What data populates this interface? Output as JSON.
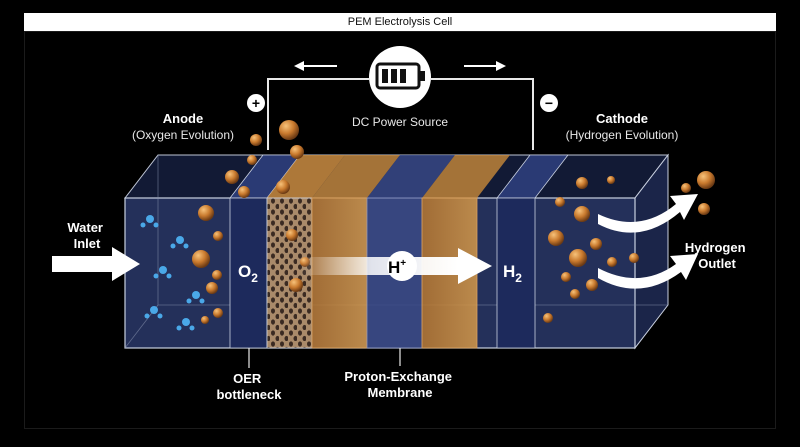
{
  "title": "PEM Electrolysis Cell",
  "power": {
    "label": "DC Power Source",
    "positive": "+",
    "negative": "−"
  },
  "anode": {
    "title": "Anode",
    "subtitle": "(Oxygen Evolution)"
  },
  "cathode": {
    "title": "Cathode",
    "subtitle": "(Hydrogen Evolution)"
  },
  "inlet": {
    "line1": "Water",
    "line2": "Inlet"
  },
  "outlet": {
    "line1": "Hydrogen",
    "line2": "Outlet"
  },
  "oxygen": {
    "base": "O",
    "sub": "2"
  },
  "hydrogen": {
    "base": "H",
    "sub": "2"
  },
  "proton": {
    "base": "H",
    "sup": "+"
  },
  "oer": {
    "line1": "OER",
    "line2": "bottleneck"
  },
  "membrane": {
    "line1": "Proton-Exchange",
    "line2": "Membrane"
  },
  "colors": {
    "cell_blue": "#24305a",
    "electrode_blue": "#1d2a5c",
    "catalyst_orange": "#c9893a",
    "bubble_orange": "#d28a3c",
    "water_blue": "#4aa8e8",
    "outline": "#c9d0e0"
  }
}
